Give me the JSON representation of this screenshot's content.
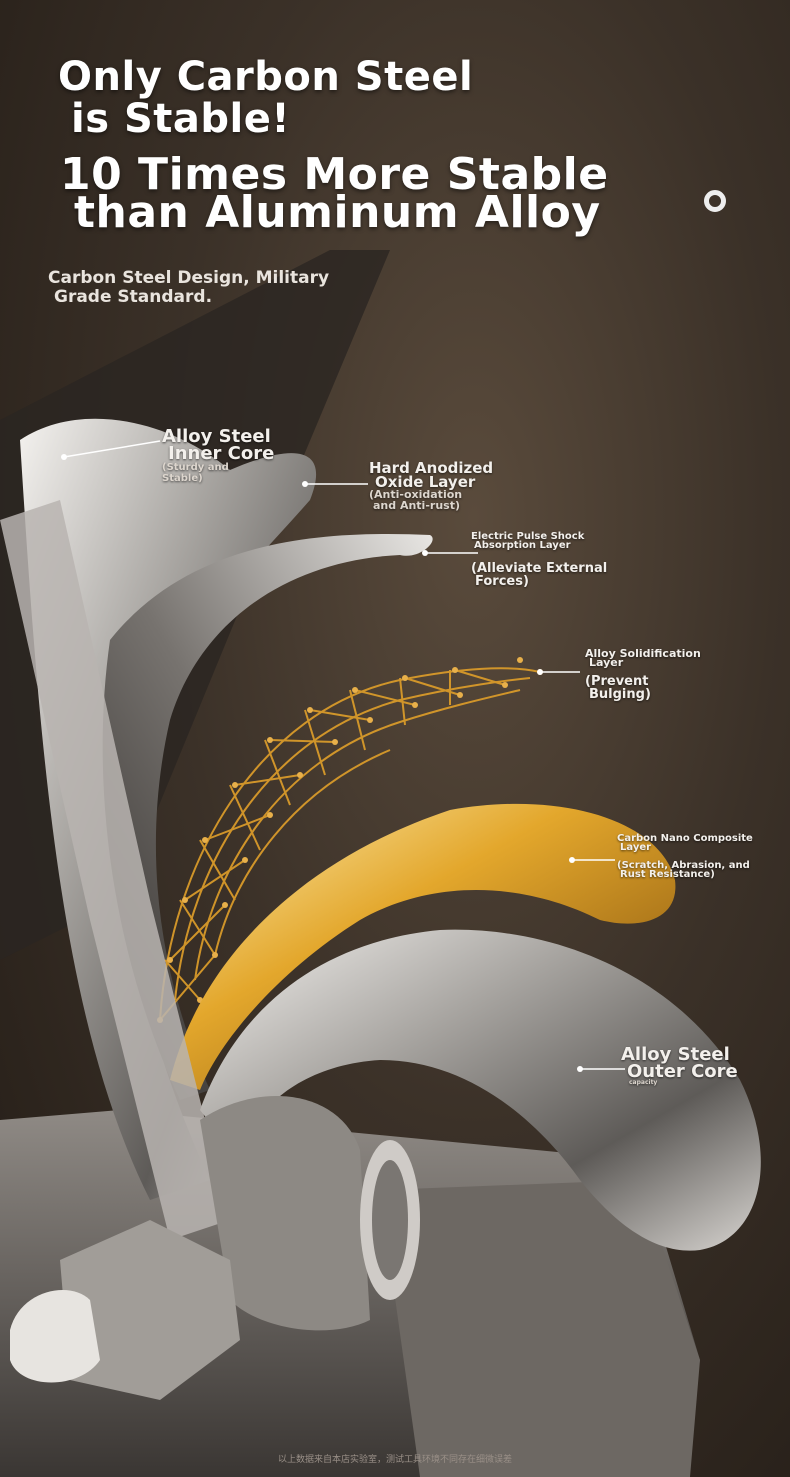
{
  "headline": {
    "line1": "Only Carbon Steel",
    "line2": "is Stable!"
  },
  "headline2": {
    "line1": "10 Times More Stable",
    "line2": "than Aluminum Alloy"
  },
  "subhead": {
    "line1": "Carbon Steel Design, Military",
    "line2": "Grade Standard."
  },
  "labels": {
    "inner_core": {
      "line1": "Alloy Steel",
      "line2": "Inner Core",
      "note": "(Sturdy and Stable)"
    },
    "oxide": {
      "line1": "Hard Anodized",
      "line2": "Oxide Layer",
      "note1": "(Anti-oxidation",
      "note2": "and Anti-rust)"
    },
    "pulse": {
      "line1": "Electric Pulse Shock",
      "line2": "Absorption Layer",
      "note1": "(Alleviate External",
      "note2": "Forces)"
    },
    "solid": {
      "line1": "Alloy Solidification",
      "line2": "Layer",
      "note1": "(Prevent",
      "note2": "Bulging)"
    },
    "nano": {
      "line1": "Carbon Nano Composite",
      "line2": "Layer",
      "note1": "(Scratch, Abrasion, and",
      "note2": "Rust Resistance)"
    },
    "outer_core": {
      "line1": "Alloy Steel",
      "line2": "Outer Core",
      "note": "capacity"
    }
  },
  "footer": "以上数据来自本店实验室，测试工具环境不同存在细微误差",
  "colors": {
    "gold": "#d9a12a",
    "steel": "#c9c6c2",
    "background": "#3b3128"
  }
}
